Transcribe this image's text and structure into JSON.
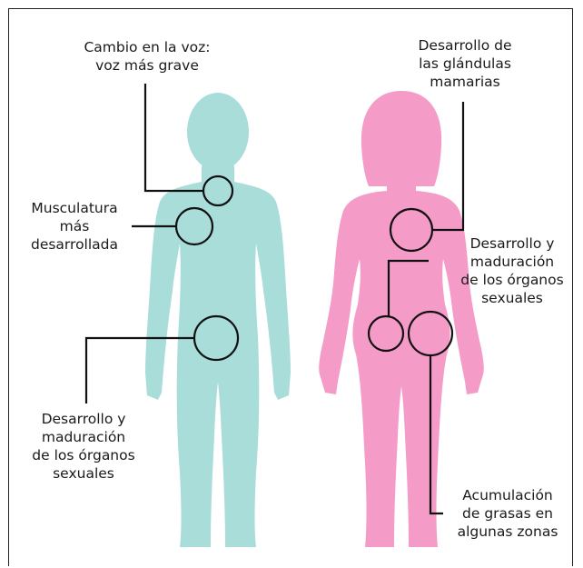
{
  "colors": {
    "male_body": "#a8ddd9",
    "female_body": "#f59bc8",
    "line": "#111111",
    "frame": "#222222"
  },
  "male": {
    "voice": [
      "Cambio en la voz:",
      "voz más grave"
    ],
    "muscle": [
      "Musculatura",
      "más",
      "desarrollada"
    ],
    "organs": [
      "Desarrollo y",
      "maduración",
      "de los órganos",
      "sexuales"
    ]
  },
  "female": {
    "breast": [
      "Desarrollo de",
      "las glándulas",
      "mamarias"
    ],
    "organs": [
      "Desarrollo y",
      "maduración",
      "de los órganos",
      "sexuales"
    ],
    "fat": [
      "Acumulación",
      "de grasas en",
      "algunas zonas"
    ]
  }
}
